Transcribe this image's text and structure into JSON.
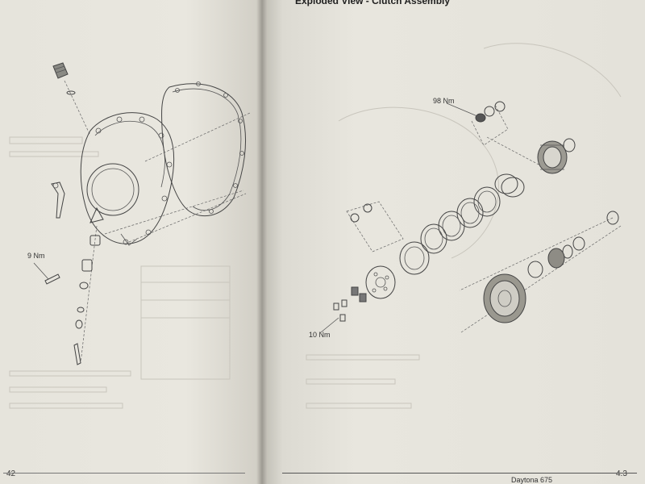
{
  "header": {
    "title": "Exploded View - Clutch Assembly"
  },
  "labels": {
    "torque_left": "9 Nm",
    "torque_top": "98 Nm",
    "torque_bottom": "10 Nm"
  },
  "footer": {
    "page_left": "42",
    "page_right": "4.3",
    "running_footer": "Daytona 675"
  }
}
